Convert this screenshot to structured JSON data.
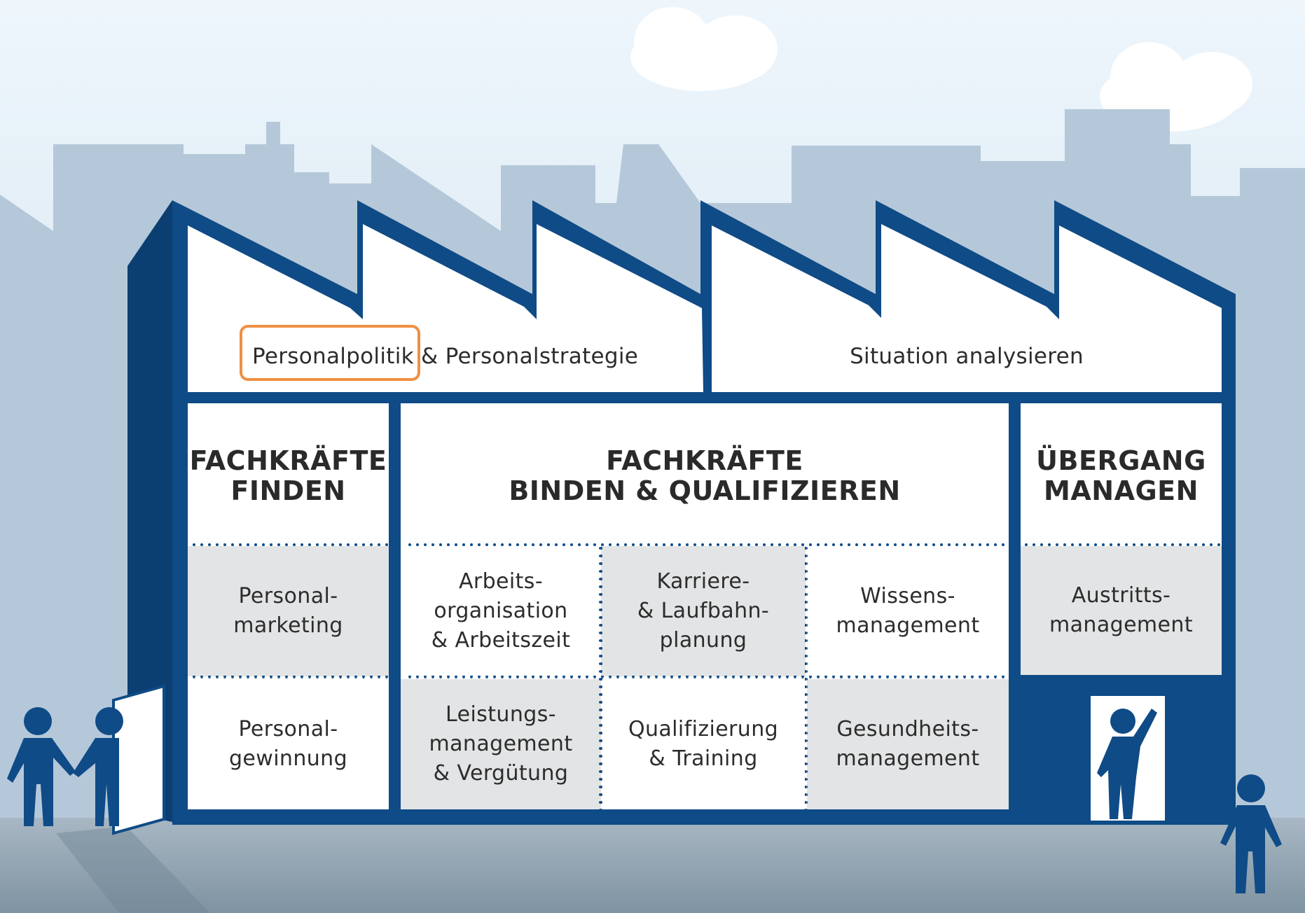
{
  "colors": {
    "sky_top": "#eaf4fb",
    "sky_bottom": "#c5dbea",
    "buildings": "#b7cadb",
    "ground": "#8ea0ae",
    "frame": "#0f4b86",
    "cell_white": "#ffffff",
    "cell_gray": "#e3e4e5",
    "highlight": "#f08f42"
  },
  "roof": {
    "left_label": "Personalpolitik & Personalstrategie",
    "right_label": "Situation analysieren"
  },
  "columns": {
    "finden": {
      "heading": "FACHKRÄFTE\nFINDEN",
      "cells": [
        "Personal-\nmarketing",
        "Personal-\ngewinnung"
      ]
    },
    "binden": {
      "heading": "FACHKRÄFTE\nBINDEN & QUALIFIZIEREN",
      "row1": [
        "Arbeits-\norganisation\n& Arbeitszeit",
        "Karriere-\n& Laufbahn-\nplanung",
        "Wissens-\nmanagement"
      ],
      "row2": [
        "Leistungs-\nmanagement\n& Vergütung",
        "Qualifizierung\n& Training",
        "Gesundheits-\nmanagement"
      ]
    },
    "uebergang": {
      "heading": "ÜBERGANG\nMANAGEN",
      "cells": [
        "Austritts-\nmanagement"
      ]
    }
  },
  "icons": [
    "cloud-icon",
    "person-icon",
    "door-icon",
    "factory-icon"
  ]
}
